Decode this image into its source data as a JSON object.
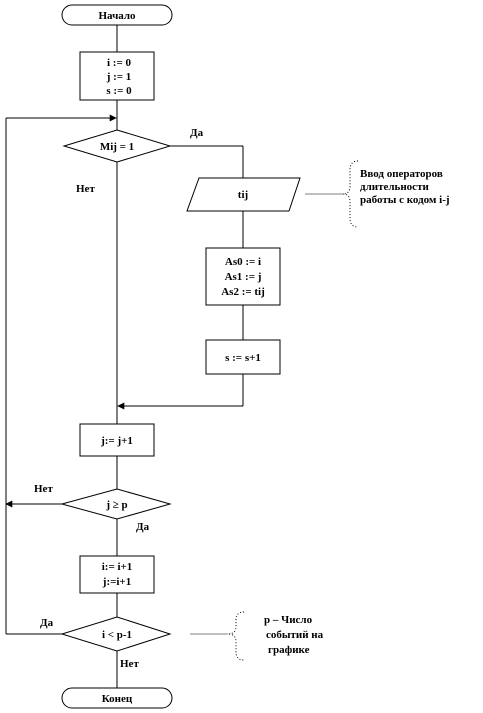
{
  "flowchart": {
    "start": "Начало",
    "init": [
      "i := 0",
      "j := 1",
      "s := 0"
    ],
    "cond_m": "Mij = 1",
    "yes_m": "Да",
    "no_m": "Нет",
    "input": "tij",
    "input_note": [
      "Ввод операторов",
      "длительности",
      "работы с кодом i-j"
    ],
    "assign_a": [
      "As0 := i",
      "As1 := j",
      "As2 := tij"
    ],
    "assign_s": "s := s+1",
    "inc_j": "j:= j+1",
    "cond_j": "j ≥ p",
    "no_j": "Нет",
    "yes_j": "Да",
    "inc_i": [
      "i:= i+1",
      "j:=i+1"
    ],
    "cond_i": "i < p-1",
    "yes_i": "Да",
    "no_i": "Нет",
    "p_note": [
      "p – Число",
      "событий на",
      "графике"
    ],
    "end": "Конец"
  }
}
